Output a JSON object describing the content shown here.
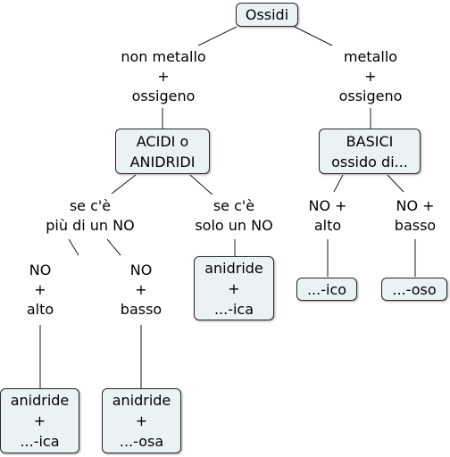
{
  "nodes": {
    "root": [
      "Ossidi"
    ],
    "acidi": [
      "ACIDI o",
      "ANIDRIDI"
    ],
    "basici": [
      "BASICI",
      "ossido di..."
    ],
    "anidride_ica_mid": [
      "anidride",
      "+",
      "...-ica"
    ],
    "ico": [
      "...-ico"
    ],
    "oso": [
      "...-oso"
    ],
    "anidride_ica_low": [
      "anidride",
      "+",
      "...-ica"
    ],
    "anidride_osa": [
      "anidride",
      "+",
      "...-osa"
    ]
  },
  "links": {
    "non_metallo": [
      "non metallo",
      "+",
      "ossigeno"
    ],
    "metallo": [
      "metallo",
      "+",
      "ossigeno"
    ],
    "piu_di_un_no": [
      "se c'è",
      "più di un NO"
    ],
    "solo_un_no": [
      "se c'è",
      "solo un NO"
    ],
    "no_alto_basici": [
      "NO +",
      "alto"
    ],
    "no_basso_basici": [
      "NO +",
      "basso"
    ],
    "no_alto": [
      "NO",
      "+",
      "alto"
    ],
    "no_basso": [
      "NO",
      "+",
      "basso"
    ]
  }
}
